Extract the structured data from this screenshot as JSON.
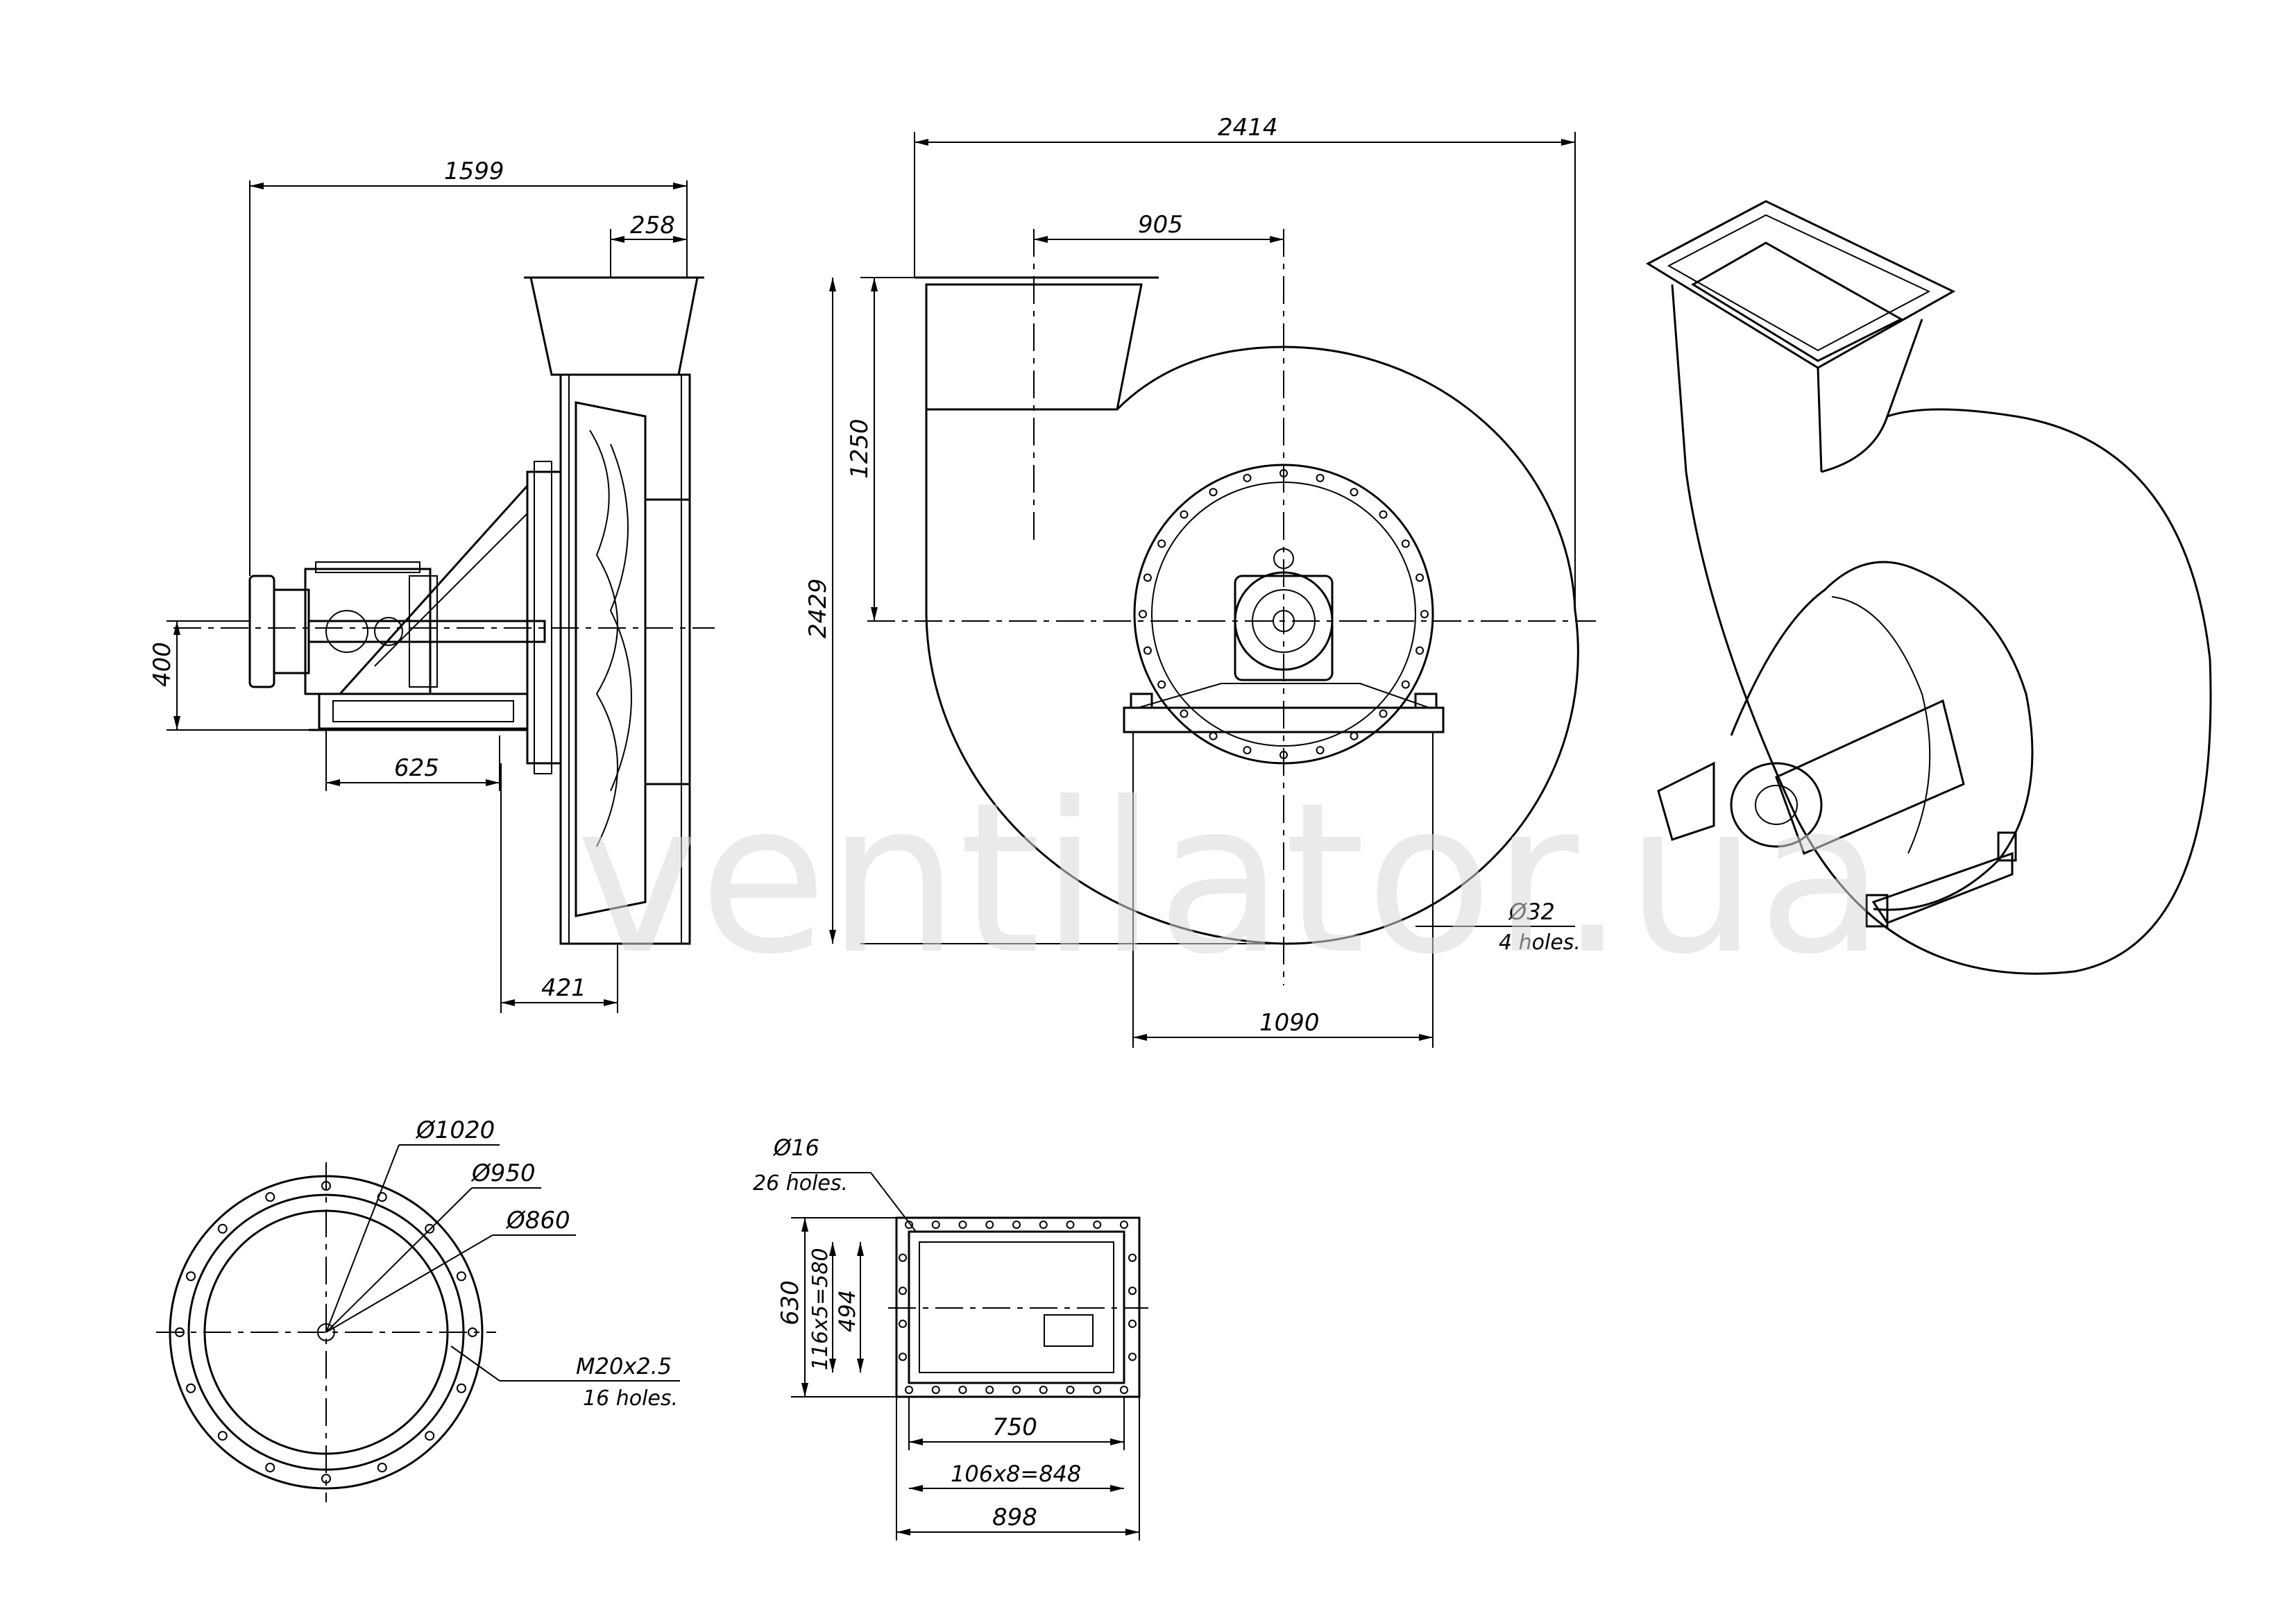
{
  "side_view": {
    "dim_overall_length": "1599",
    "dim_inlet_width": "258",
    "dim_shaft_height": "400",
    "dim_base_length": "625",
    "dim_housing_width": "421"
  },
  "front_view": {
    "dim_overall_width": "2414",
    "dim_outlet_offset": "905",
    "dim_outlet_height": "1250",
    "dim_overall_height": "2429",
    "dim_base_width": "1090",
    "hole_diameter": "Ø32",
    "hole_count": "4 holes."
  },
  "inlet_flange": {
    "outer_diameter": "Ø1020",
    "bolt_circle": "Ø950",
    "inner_diameter": "Ø860",
    "thread": "M20x2.5",
    "hole_count": "16 holes."
  },
  "outlet_flange": {
    "hole_diameter": "Ø16",
    "hole_count": "26 holes.",
    "dim_outer_height": "630",
    "dim_pitch_vertical": "116x5=580",
    "dim_inner_height": "494",
    "dim_inner_width": "750",
    "dim_pitch_horizontal": "106x8=848",
    "dim_outer_width": "898"
  },
  "watermark": "ventilator.ua"
}
